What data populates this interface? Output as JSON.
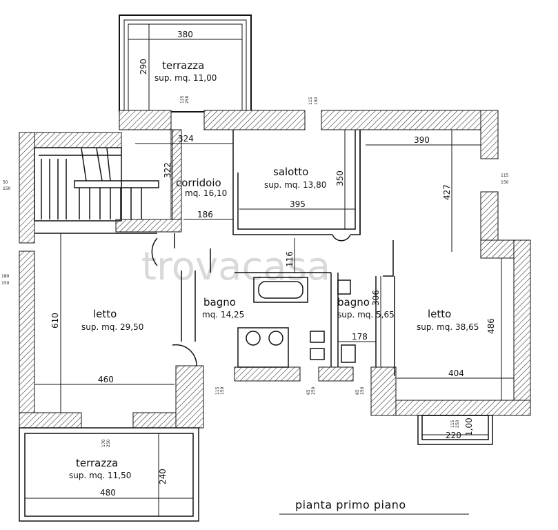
{
  "plan_title": "pianta primo piano",
  "watermark": "trovacasa",
  "rooms": {
    "terrace_top": {
      "name": "terrazza",
      "area": "sup. mq. 11,00"
    },
    "corridor": {
      "name": "corridoio",
      "area": "mq. 16,10"
    },
    "living": {
      "name": "salotto",
      "area": "sup. mq. 13,80"
    },
    "bedroom_left": {
      "name": "letto",
      "area": "sup. mq. 29,50"
    },
    "bath_main": {
      "name": "bagno",
      "area": "mq. 14,25"
    },
    "bath_small": {
      "name": "bagno",
      "area": "sup. mq. 5,65"
    },
    "bedroom_right": {
      "name": "letto",
      "area": "sup. mq. 38,65"
    },
    "terrace_bottom": {
      "name": "terrazza",
      "area": "sup. mq. 11,50"
    }
  },
  "dimensions": {
    "terrace_top_w": "380",
    "terrace_top_h": "290",
    "corridor_w": "324",
    "corridor_h": "322",
    "corridor_lower": "186",
    "living_w": "395",
    "living_h": "350",
    "hall_116": "116",
    "bath_small_h": "306",
    "bath_small_w": "178",
    "bed_right_w_top": "390",
    "bed_right_h_top": "427",
    "bed_right_h": "486",
    "bed_right_w": "404",
    "bed_left_h": "610",
    "bed_left_w": "460",
    "terrace_bottom_w": "480",
    "terrace_bottom_h": "240",
    "bay_w": "220",
    "bay_h": "1,00"
  },
  "windows": {
    "w1_top": "125",
    "w1_bot": "250",
    "w2_top": "115",
    "w2_bot": "150",
    "w3_top": "115",
    "w3_bot": "150",
    "w4_top": "50",
    "w4_bot": "150",
    "w5_top": "180",
    "w5_bot": "150",
    "w6_top": "115",
    "w6_bot": "150",
    "w7_top": "65",
    "w7_bot": "250",
    "w8_top": "65",
    "w8_bot": "250",
    "w9_top": "170",
    "w9_bot": "250",
    "w10_top": "115",
    "w10_bot": "250"
  }
}
